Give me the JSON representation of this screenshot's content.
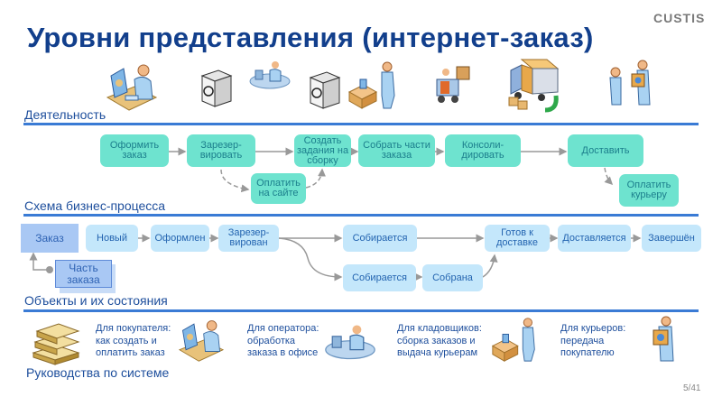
{
  "header": {
    "title": "Уровни представления (интернет-заказ)",
    "logo": "CUSTIS"
  },
  "sections": {
    "activity": "Деятельность",
    "process": "Схема бизнес-процесса",
    "objects": "Объекты и их состояния",
    "guides": "Руководства по системе"
  },
  "icons": [
    "customer-at-computer-icon",
    "server-icon",
    "operator-desk-icon",
    "server-icon",
    "warehouse-worker-box-icon",
    "forklift-icon",
    "delivery-truck-icon",
    "courier-handover-icon"
  ],
  "activities": {
    "place_order": "Оформить заказ",
    "reserve": "Зарезер-вировать",
    "create_tasks": "Создать задания на сборку",
    "assemble_parts": "Собрать части заказа",
    "consolidate": "Консоли-дировать",
    "deliver": "Доставить",
    "pay_online": "Оплатить на сайте",
    "pay_courier": "Оплатить курьеру"
  },
  "objects": {
    "order": "Заказ",
    "order_part": "Часть заказа"
  },
  "states": {
    "new": "Новый",
    "formed": "Оформлен",
    "reserved": "Зарезер-вирован",
    "assembling_1": "Собирается",
    "ready": "Готов к доставке",
    "delivering": "Доставляется",
    "completed": "Завершён",
    "assembling_2": "Собирается",
    "assembled": "Собрана"
  },
  "guides": [
    {
      "lines": [
        "Для покупателя:",
        "как создать и",
        "оплатить заказ"
      ],
      "icon": "customer-at-computer-icon"
    },
    {
      "lines": [
        "Для оператора:",
        "обработка",
        "заказа в офисе"
      ],
      "icon": "operator-desk-icon"
    },
    {
      "lines": [
        "Для кладовщиков:",
        "сборка заказов и",
        "выдача курьерам"
      ],
      "icon": "warehouse-worker-box-icon"
    },
    {
      "lines": [
        "Для курьеров:",
        "передача",
        "покупателю"
      ],
      "icon": "courier-package-icon"
    }
  ],
  "footer": {
    "page": "5/41"
  }
}
